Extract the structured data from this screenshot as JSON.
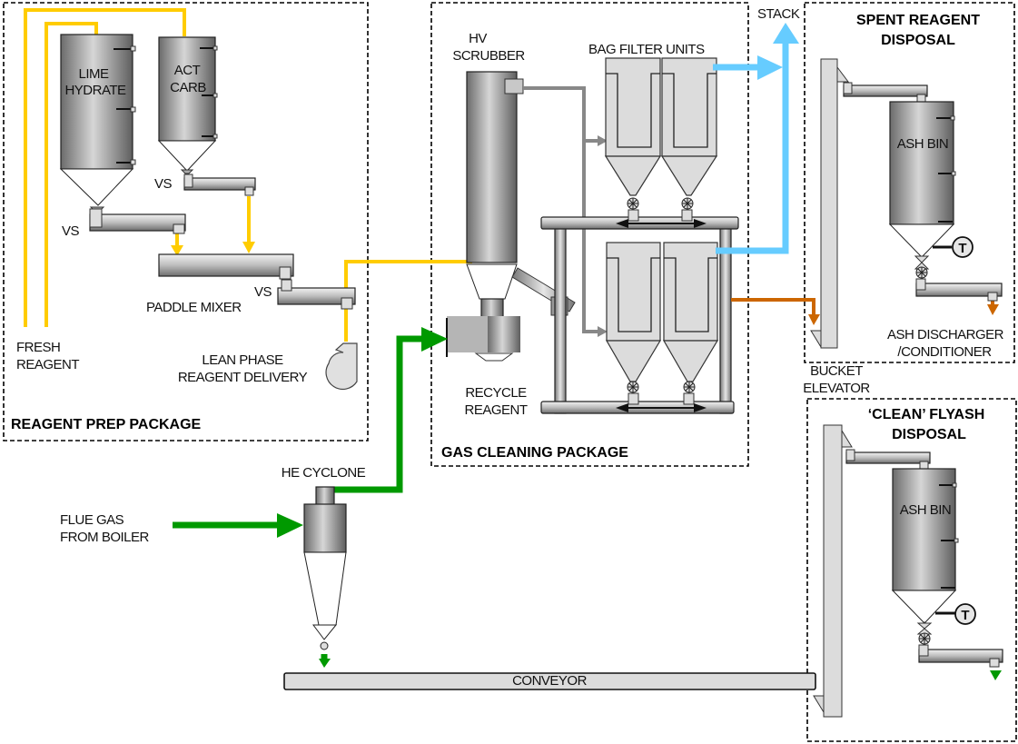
{
  "packages": {
    "reagent_prep": "REAGENT PREP PACKAGE",
    "gas_cleaning": "GAS CLEANING PACKAGE",
    "spent_reagent_line1": "SPENT REAGENT",
    "spent_reagent_line2": "DISPOSAL",
    "clean_flyash_line1": "‘CLEAN’ FLYASH",
    "clean_flyash_line2": "DISPOSAL"
  },
  "equipment": {
    "lime_line1": "LIME",
    "lime_line2": "HYDRATE",
    "act_line1": "ACT",
    "act_line2": "CARB",
    "vs1": "VS",
    "vs2": "VS",
    "vs3": "VS",
    "paddle_mixer": "PADDLE MIXER",
    "fresh_line1": "FRESH",
    "fresh_line2": "REAGENT",
    "lean_line1": "LEAN PHASE",
    "lean_line2": "REAGENT DELIVERY",
    "hv_line1": "HV",
    "hv_line2": "SCRUBBER",
    "bag_filters": "BAG FILTER UNITS",
    "recycle_line1": "RECYCLE",
    "recycle_line2": "REAGENT",
    "stack": "STACK",
    "ash_bin_1": "ASH BIN",
    "ash_bin_2": "ASH BIN",
    "temp_1": "T",
    "temp_2": "T",
    "discharger_line1": "ASH DISCHARGER",
    "discharger_line2": "/CONDITIONER",
    "bucket_line1": "BUCKET",
    "bucket_line2": "ELEVATOR",
    "cyclone": "HE CYCLONE",
    "flue_line1": "FLUE GAS",
    "flue_line2": "FROM BOILER",
    "conveyor": "CONVEYOR"
  },
  "colors": {
    "reagent_line": "#FFCC00",
    "flue_gas_line": "#009900",
    "clean_gas_line": "#66CCFF",
    "spent_ash_line": "#CC6600",
    "recycle_line": "#888888"
  }
}
